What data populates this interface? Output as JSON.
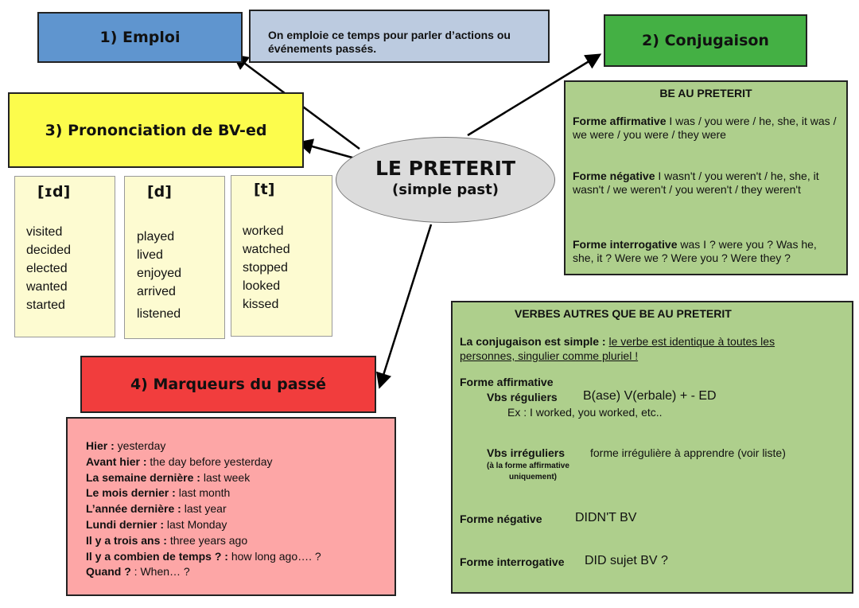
{
  "center": {
    "title": "LE PRETERIT",
    "subtitle": "(simple past)"
  },
  "emploi": {
    "header": "1)  Emploi",
    "text": "On emploie ce temps pour parler d’actions ou événements  passés."
  },
  "conjugaison": {
    "header": "2)  Conjugaison",
    "be": {
      "title": "BE AU PRETERIT",
      "affirmative_label": "Forme affirmative",
      "affirmative_text": " I was / you were / he, she, it was / we were / you were / they were",
      "negative_label": "Forme négative",
      "negative_text": "  I wasn't / you weren't  / he, she, it wasn't  / we weren't / you weren't / they weren't",
      "interrogative_label": "Forme interrogative",
      "interrogative_text": " was I ? were you ? Was he, she, it ? Were we ? Were you ? Were they ?"
    },
    "other": {
      "title": "VERBES AUTRES QUE BE  AU PRETERIT",
      "simple_label": "La conjugaison est simple :",
      "simple_text": "le verbe est identique à toutes les personnes, singulier comme pluriel !",
      "affirmative_label": "Forme affirmative",
      "regular_label": "Vbs réguliers",
      "regular_rule": "B(ase) V(erbale) + - ED",
      "regular_example": "Ex : I worked, you worked, etc..",
      "irregular_label": "Vbs irréguliers",
      "irregular_rule": "forme irrégulière à apprendre (voir liste)",
      "irregular_note_1": "(à la forme affirmative",
      "irregular_note_2": "uniquement)",
      "negative_label": "Forme négative",
      "negative_rule": "DIDN'T  BV",
      "interrogative_label": "Forme interrogative",
      "interrogative_rule": "DID sujet BV ?"
    }
  },
  "prononciation": {
    "header": "3) Prononciation de BV-ed",
    "columns": [
      {
        "sound": "[ɪd]",
        "words": [
          "visited",
          "decided",
          "elected",
          "wanted",
          "started"
        ]
      },
      {
        "sound": "[d]",
        "words": [
          "played",
          "lived",
          "enjoyed",
          "arrived",
          "listened"
        ]
      },
      {
        "sound": "[t]",
        "words": [
          "worked",
          "watched",
          "stopped",
          "looked",
          "kissed"
        ]
      }
    ]
  },
  "marqueurs": {
    "header": "4) Marqueurs du passé",
    "items": [
      {
        "label": "Hier :",
        "value": " yesterday"
      },
      {
        "label": "Avant hier :",
        "value": " the day before yesterday"
      },
      {
        "label": "La semaine dernière :",
        "value": " last week"
      },
      {
        "label": "Le mois dernier :",
        "value": " last month"
      },
      {
        "label": "L’année dernière :",
        "value": " last year"
      },
      {
        "label": "Lundi dernier :",
        "value": " last Monday"
      },
      {
        "label": "Il y a trois ans :",
        "value": "  three years ago"
      },
      {
        "label": "Il y a combien de temps ? :",
        "value": " how long ago…. ?"
      },
      {
        "label": "Quand ?",
        "value": " : When… ?"
      }
    ]
  },
  "colors": {
    "emploi_header": "#5f95cf",
    "emploi_text": "#bccbe0",
    "conjugaison_header": "#44b044",
    "conjugaison_box": "#aecf8c",
    "prononciation_header": "#fcfc4c",
    "prononciation_cols": "#fdfbd1",
    "marqueurs_header": "#f13d3d",
    "marqueurs_box": "#fda6a6",
    "center": "#dcdcdc"
  }
}
